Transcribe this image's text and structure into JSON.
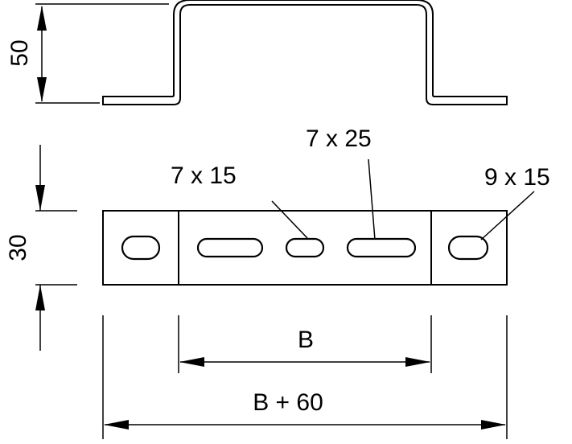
{
  "dimensions": {
    "height_profile": "50",
    "width_plate": "30",
    "inner_span": "B",
    "overall_span": "B + 60"
  },
  "callouts": {
    "slot_left_center": "7 x 15",
    "slot_long_center": "7 x 25",
    "slot_end": "9 x 15"
  }
}
